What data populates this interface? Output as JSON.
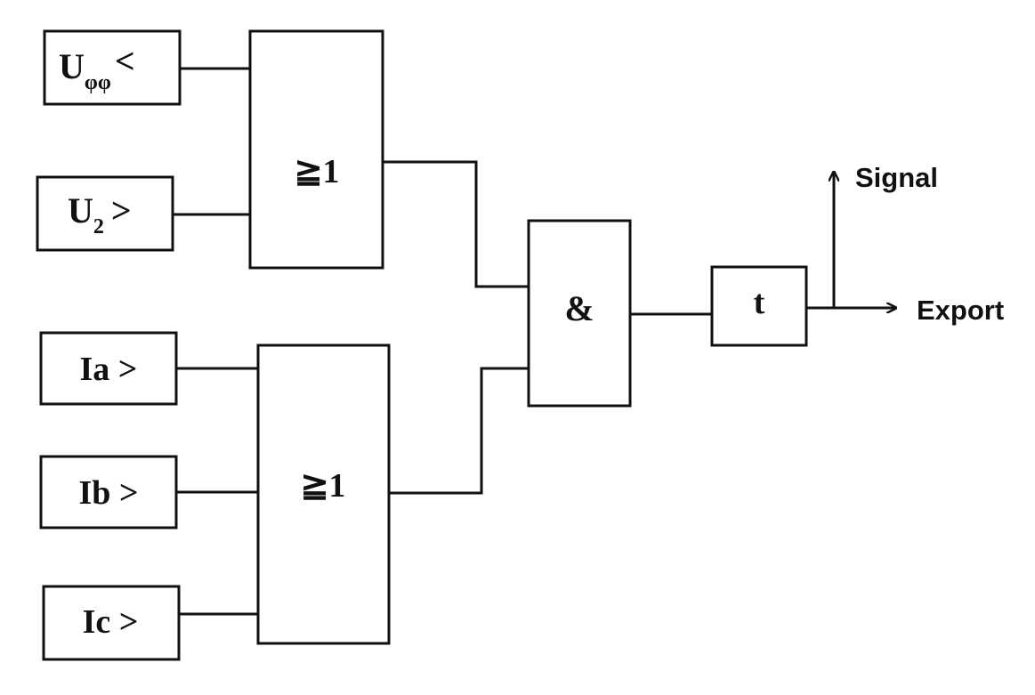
{
  "inputs": {
    "u_phase": {
      "main": "U",
      "sub": "φφ",
      "op": "<"
    },
    "u_two": {
      "main": "U",
      "sub": "2",
      "op": ">"
    },
    "ia": "Ia >",
    "ib": "Ib >",
    "ic": "Ic >"
  },
  "gates": {
    "or_top": "≧1",
    "or_bottom": "≧1",
    "and": "&",
    "timer": "t"
  },
  "outputs": {
    "signal": "Signal",
    "export": "Export"
  },
  "colors": {
    "line": "#111111",
    "background": "#ffffff"
  }
}
